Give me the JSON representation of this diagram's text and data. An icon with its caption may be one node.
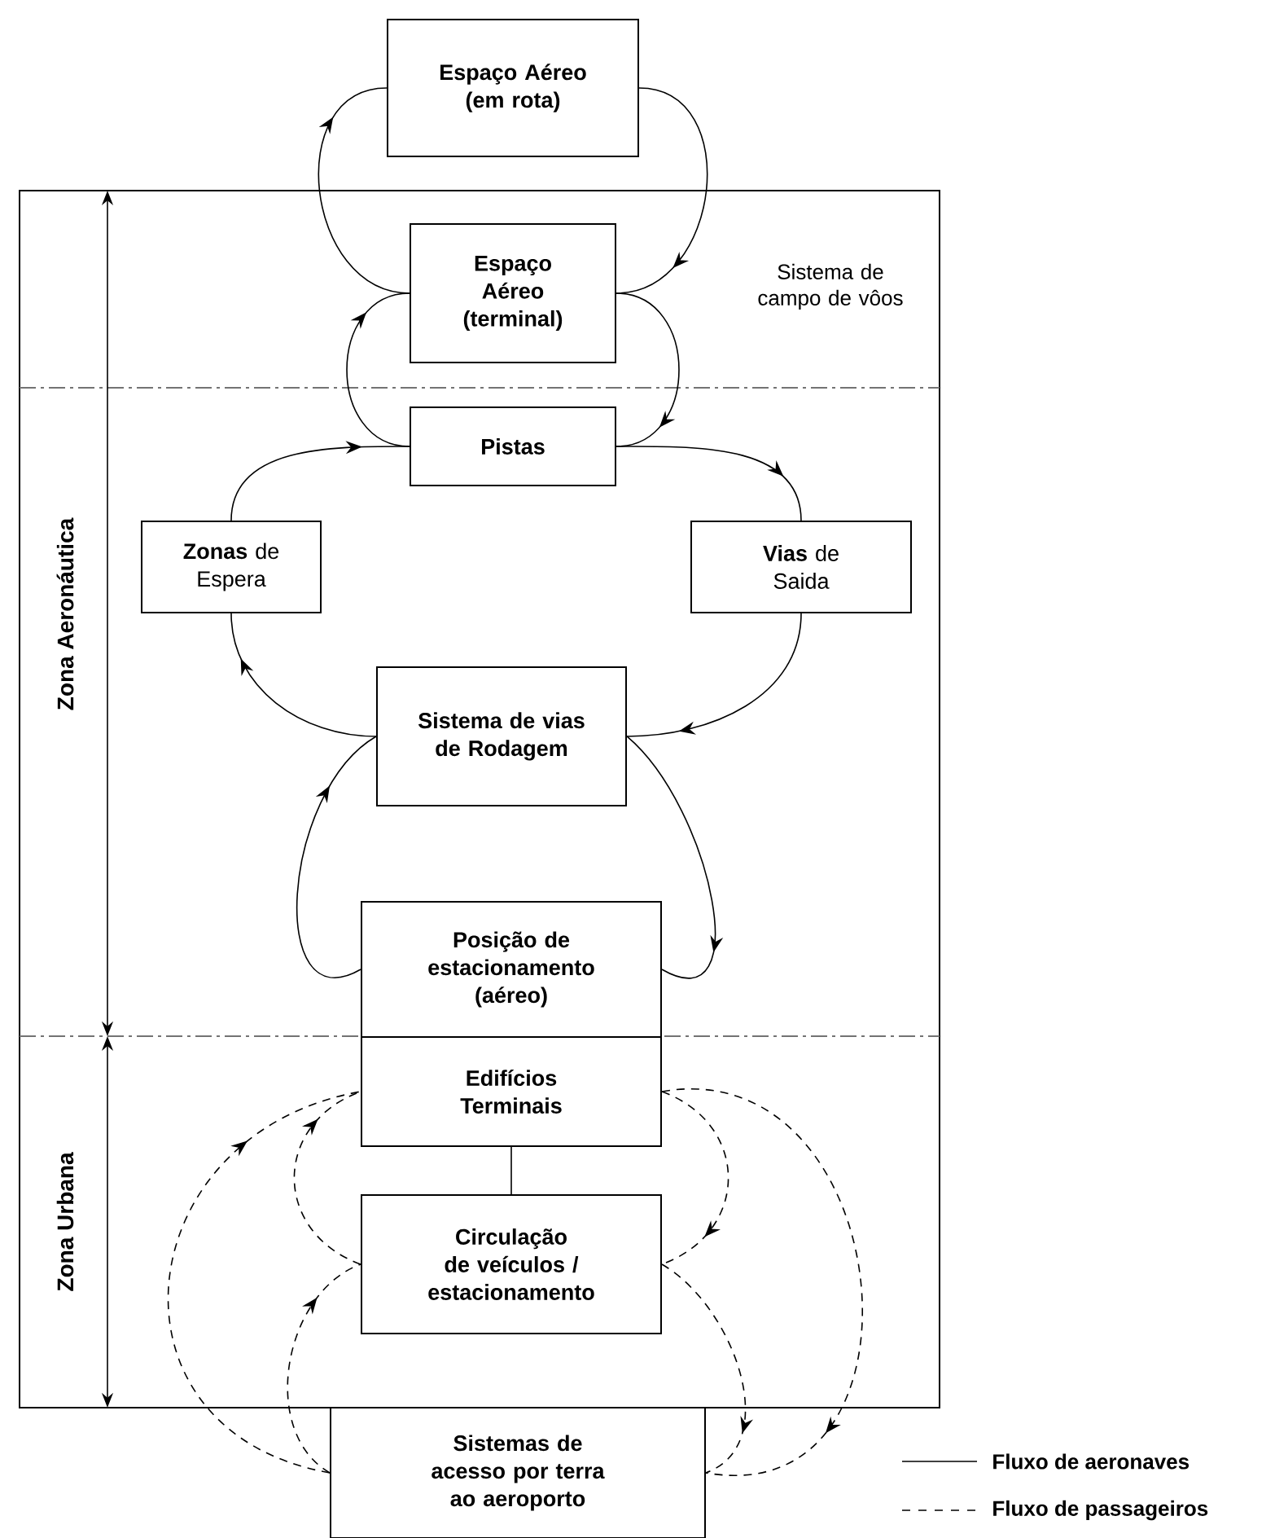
{
  "diagram": {
    "nodes": [
      {
        "text": [
          "Espaço Aéreo (em rota)"
        ]
      },
      {
        "text": [
          "Espaço Aéreo (terminal)"
        ]
      },
      {
        "text": [
          "Pistas"
        ]
      },
      {
        "text": [
          "**Zonas** de Espera"
        ]
      },
      {
        "text": [
          "**Vias** de Saida"
        ]
      },
      {
        "text": [
          "Sistema de vias de Rodagem"
        ]
      },
      {
        "text": [
          "Posição de estacionamento (aéreo)"
        ]
      },
      {
        "text": [
          "Edifícios Terminais"
        ]
      },
      {
        "text": [
          "Circulação de veículos / estacionamento"
        ]
      },
      {
        "text": [
          "Sistemas de acesso por terra ao aeroporto"
        ]
      }
    ],
    "edges": [
      {
        "from": 0,
        "to": 1,
        "arrow": "to"
      },
      {
        "from": 1,
        "to": 0,
        "arrow": "to"
      },
      {
        "from": 1,
        "to": 2,
        "arrow": "to"
      },
      {
        "from": 2,
        "to": 1,
        "arrow": "to"
      },
      {
        "from": 2,
        "to": 4,
        "arrow": "to"
      },
      {
        "from": 4,
        "to": 5,
        "arrow": "to"
      },
      {
        "from": 5,
        "to": 3,
        "arrow": "to"
      },
      {
        "from": 3,
        "to": 2,
        "arrow": "to"
      },
      {
        "from": 5,
        "to": 6,
        "arrow": "to"
      },
      {
        "from": 6,
        "to": 5,
        "arrow": "to"
      },
      {
        "from": 7,
        "to": 8,
        "arrow": "none"
      },
      {
        "from": 9,
        "to": 7,
        "arrow": "to",
        "style": "dashed"
      },
      {
        "from": 8,
        "to": 7,
        "arrow": "to",
        "style": "dashed"
      },
      {
        "from": 9,
        "to": 8,
        "arrow": "to",
        "style": "dashed"
      },
      {
        "from": 7,
        "to": 8,
        "arrow": "to",
        "style": "dashed"
      },
      {
        "from": 7,
        "to": 9,
        "arrow": "to",
        "style": "dashed"
      },
      {
        "from": 8,
        "to": 9,
        "arrow": "to",
        "style": "dashed"
      }
    ],
    "labels": [
      "Sistema de campo de vôos",
      "Zona Aeronáutica",
      "Zona Urbana"
    ],
    "legend": [
      {
        "text": "Fluxo de aeronaves"
      },
      {
        "text": "Fluxo de passageiros"
      }
    ]
  }
}
